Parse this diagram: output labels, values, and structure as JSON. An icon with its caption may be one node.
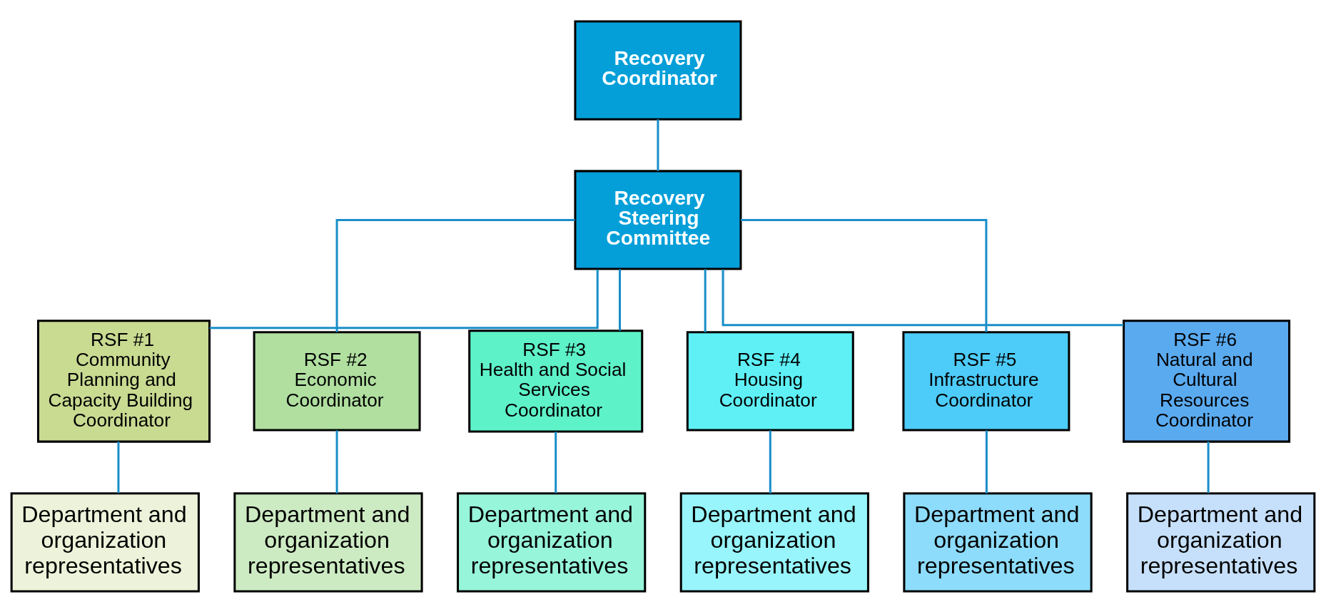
{
  "diagram": {
    "nodes": [
      {
        "text": [
          "Recovery Coordinator"
        ]
      },
      {
        "text": [
          "Recovery Steering Committee"
        ]
      },
      {
        "text": [
          "RSF #1",
          "Community Planning and Capacity Building Coordinator"
        ]
      },
      {
        "text": [
          "RSF #2",
          "Economic Coordinator"
        ]
      },
      {
        "text": [
          "RSF #3",
          "Health and Social Services Coordinator"
        ]
      },
      {
        "text": [
          "RSF #4",
          "Housing Coordinator"
        ]
      },
      {
        "text": [
          "RSF #5",
          "Infrastructure Coordinator"
        ]
      },
      {
        "text": [
          "RSF #6",
          "Natural and Cultural Resources Coordinator"
        ]
      },
      {
        "text": [
          "Department and organization representatives"
        ]
      },
      {
        "text": [
          "Department and organization representatives"
        ]
      },
      {
        "text": [
          "Department and organization representatives"
        ]
      },
      {
        "text": [
          "Department and organization representatives"
        ]
      },
      {
        "text": [
          "Department and organization representatives"
        ]
      },
      {
        "text": [
          "Department and organization representatives"
        ]
      }
    ],
    "edges": [
      {
        "from": 0,
        "to": 1,
        "arrow": "none"
      },
      {
        "from": 1,
        "to": 2,
        "arrow": "none"
      },
      {
        "from": 1,
        "to": 3,
        "arrow": "none"
      },
      {
        "from": 1,
        "to": 4,
        "arrow": "none"
      },
      {
        "from": 1,
        "to": 5,
        "arrow": "none"
      },
      {
        "from": 1,
        "to": 6,
        "arrow": "none"
      },
      {
        "from": 1,
        "to": 7,
        "arrow": "none"
      },
      {
        "from": 2,
        "to": 8,
        "arrow": "none"
      },
      {
        "from": 3,
        "to": 9,
        "arrow": "none"
      },
      {
        "from": 4,
        "to": 10,
        "arrow": "none"
      },
      {
        "from": 5,
        "to": 11,
        "arrow": "none"
      },
      {
        "from": 6,
        "to": 12,
        "arrow": "none"
      },
      {
        "from": 7,
        "to": 13,
        "arrow": "none"
      }
    ]
  }
}
